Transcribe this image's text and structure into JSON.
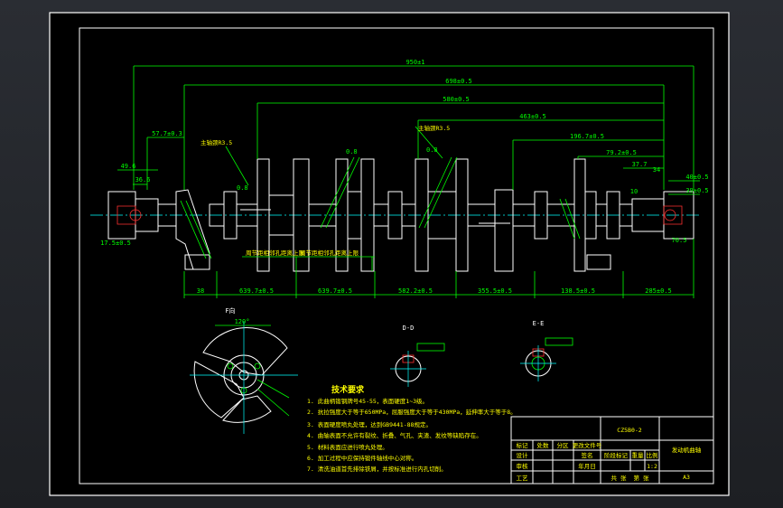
{
  "colors": {
    "frame": "#ffffff",
    "dim": "#00ff00",
    "note": "#ffff00",
    "center": "#00ffff",
    "outline": "#ff3030"
  },
  "dimensions": {
    "overall": "950±1",
    "d698": "698±0.5",
    "d580": "580±0.5",
    "d463": "463±0.5",
    "d196": "196.7±0.5",
    "d79": "79.2±0.5",
    "d57": "57.7±0.3",
    "d49": "49.6",
    "d36": "36.6",
    "d37": "37.7",
    "d34": "34",
    "d40": "40±0.5",
    "d39": "39±0.5",
    "d17": "17.5±0.5",
    "d70": "70.5",
    "d10": "10",
    "b38": "38",
    "b639a": "639.7±0.5",
    "b639b": "639.7±0.5",
    "b582": "582.2±0.5",
    "b355": "355.5±0.5",
    "b138": "138.5±0.5",
    "b285": "285±0.5"
  },
  "callouts": {
    "main_journal_left": "主轴颈R3.5",
    "main_journal_right": "主轴颈R3.5",
    "ra_a": "0.8",
    "ra_b": "0.8",
    "ra_c": "0.8",
    "note_below_1": "周节距相邻孔距离上限",
    "note_below_2": "周节距相邻孔距离上限"
  },
  "views": {
    "view_f": "F向",
    "section_d": "D-D",
    "section_e": "E-E",
    "angle": "120°"
  },
  "tech_req": {
    "heading": "技术要求",
    "items": [
      "1. 此曲柄锻钢牌号45-55，表面硬度1~3级。",
      "2. 抗拉强度大于等于650MPa，屈服强度大于等于430MPa，延伸率大于等于8。",
      "3. 表面硬度喷丸处理，达到GB9441-88规定。",
      "4. 曲轴表面不允许有裂纹、折叠、气孔、夹渣、发纹等缺陷存在。",
      "5. 材料表面应进行喷丸处理。",
      "6. 加工过程中应保持锻件轴线中心对称。",
      "7. 清洗油道首先排除铁屑，并按标准进行内孔切削。"
    ]
  },
  "title_block": {
    "drawing_no": "CZ5B0-2",
    "part_name": "发动机曲轴",
    "sheet": "A3",
    "scale": "1:2",
    "row_labels": [
      "标记",
      "设计",
      "审核",
      "工艺"
    ],
    "header_cells": [
      "处数",
      "分区",
      "更改文件号",
      "签名",
      "年月日"
    ],
    "mid_cells": [
      "阶段标记",
      "重量",
      "比例"
    ],
    "footer": [
      "共 张",
      "第 张"
    ]
  }
}
